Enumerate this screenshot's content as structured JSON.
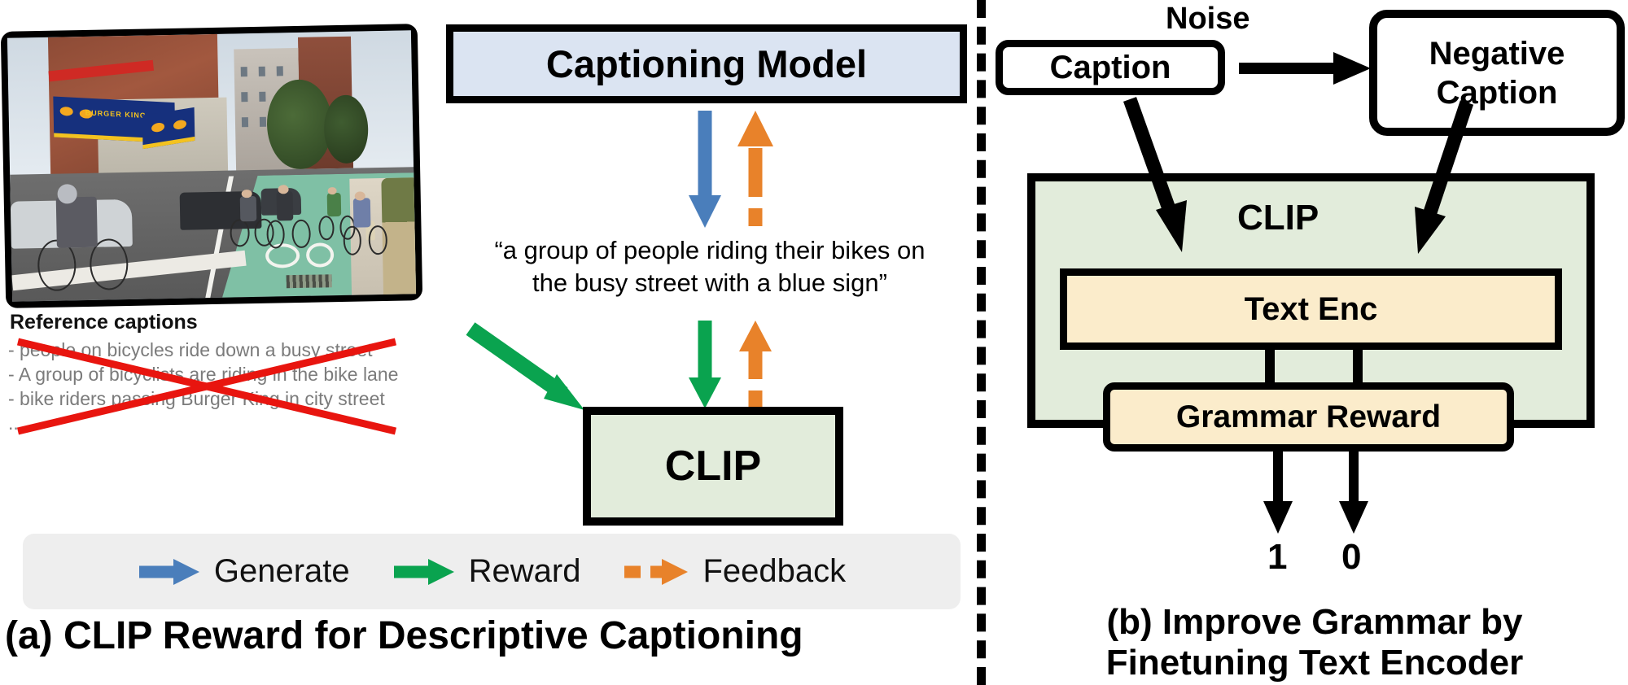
{
  "divider": {
    "style": "dashed-vertical"
  },
  "panel_a": {
    "figure_caption": "(a) CLIP Reward for Descriptive Captioning",
    "photo": {
      "alt": "city street with cyclists in a green bike lane passing a Burger King",
      "sign_text": "BURGER KING"
    },
    "reference_captions": {
      "title": "Reference captions",
      "lines": [
        "- people on bicycles ride down a busy street",
        "- A group of bicyclists are riding in the bike lane",
        "- bike riders passing Burger King in city street",
        ".."
      ],
      "struck_through": true
    },
    "captioning_model": {
      "label": "Captioning Model",
      "fill": "#dbe4f2"
    },
    "generated_caption": {
      "line1": "“a group of people riding their bikes on",
      "line2": "the busy street with a blue sign”"
    },
    "clip_box": {
      "label": "CLIP",
      "fill": "#e2ecdb"
    },
    "legend": {
      "items": [
        {
          "label": "Generate",
          "color": "#4a7ebb",
          "icon": "arrow-right-icon",
          "dashed": false
        },
        {
          "label": "Reward",
          "color": "#0aa34f",
          "icon": "arrow-right-icon",
          "dashed": false
        },
        {
          "label": "Feedback",
          "color": "#e8822a",
          "icon": "dashed-arrow-right-icon",
          "dashed": true
        }
      ],
      "background": "#eeeeee"
    }
  },
  "panel_b": {
    "figure_caption_line1": "(b) Improve Grammar by",
    "figure_caption_line2": "Finetuning Text Encoder",
    "caption_box": {
      "label": "Caption"
    },
    "noise_label": "Noise",
    "negative_caption_box": {
      "label": "Negative\nCaption",
      "line1": "Negative",
      "line2": "Caption"
    },
    "clip_box": {
      "label": "CLIP",
      "fill": "#e2ecdb"
    },
    "text_encoder_box": {
      "label": "Text Enc",
      "fill": "#fbeccb"
    },
    "grammar_reward_box": {
      "label": "Grammar Reward",
      "fill": "#fbeccb"
    },
    "scores": {
      "positive": "1",
      "negative": "0"
    }
  },
  "colors": {
    "blue_arrow": "#4a7ebb",
    "green_arrow": "#0aa34f",
    "orange_arrow": "#e8822a",
    "strike_red": "#e8150f",
    "box_blue_fill": "#dbe4f2",
    "box_green_fill": "#e2ecdb",
    "box_cream_fill": "#fbeccb"
  }
}
